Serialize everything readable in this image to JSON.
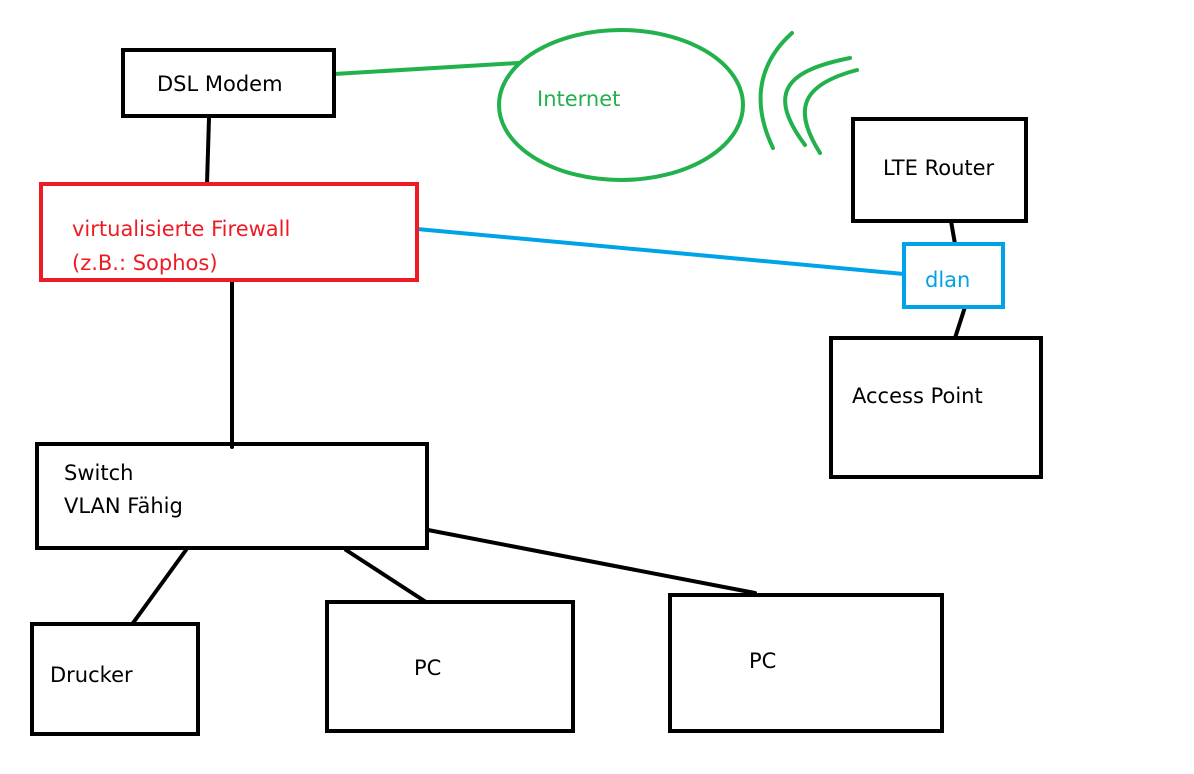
{
  "diagram": {
    "nodes": {
      "dsl_modem": {
        "label": "DSL Modem"
      },
      "internet": {
        "label": "Internet"
      },
      "lte_router": {
        "label": "LTE Router"
      },
      "firewall": {
        "line1": "virtualisierte Firewall",
        "line2": "(z.B.: Sophos)"
      },
      "dlan": {
        "label": "dlan"
      },
      "access_point": {
        "label": "Access Point"
      },
      "switch": {
        "line1": "Switch",
        "line2": "VLAN Fähig"
      },
      "drucker": {
        "label": "Drucker"
      },
      "pc_1": {
        "label": "PC"
      },
      "pc_2": {
        "label": "PC"
      }
    },
    "connections": [
      {
        "from": "DSL Modem",
        "to": "Internet"
      },
      {
        "from": "DSL Modem",
        "to": "virtualisierte Firewall"
      },
      {
        "from": "virtualisierte Firewall",
        "to": "dlan"
      },
      {
        "from": "LTE Router",
        "to": "dlan"
      },
      {
        "from": "dlan",
        "to": "Access Point"
      },
      {
        "from": "virtualisierte Firewall",
        "to": "Switch"
      },
      {
        "from": "Switch",
        "to": "Drucker"
      },
      {
        "from": "Switch",
        "to": "PC"
      },
      {
        "from": "Switch",
        "to": "PC"
      }
    ],
    "colors": {
      "default": "#000000",
      "internet": "#22b14c",
      "firewall": "#ed1c24",
      "dlan": "#00a2e8"
    }
  }
}
